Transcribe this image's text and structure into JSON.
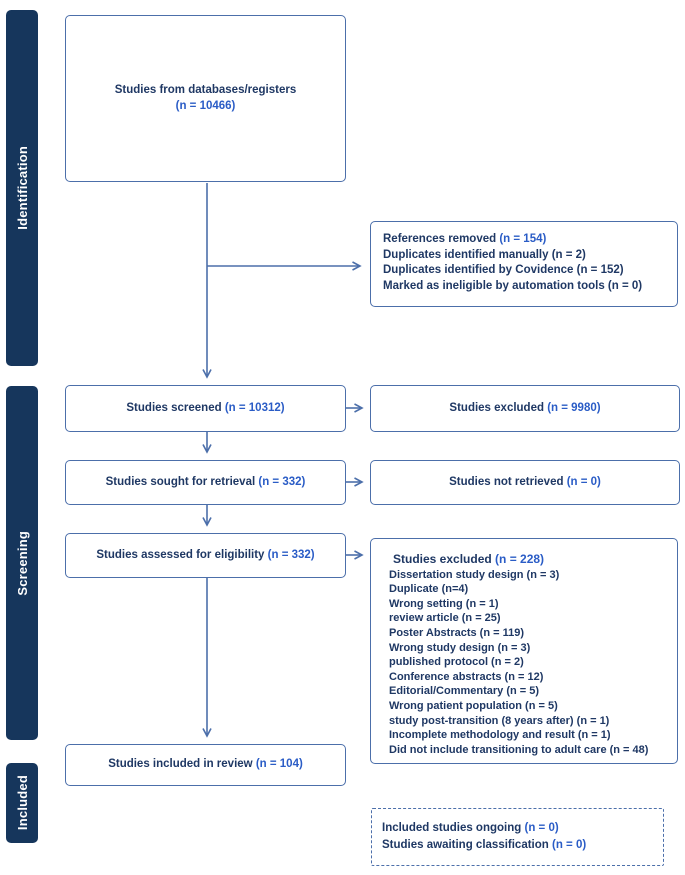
{
  "palette": {
    "navy_text": "#1F3864",
    "blue_value": "#2A5CC6",
    "box_border": "#4C6FAA",
    "sidebar_bg": "#16365C"
  },
  "sidebar": {
    "identification": "Identification",
    "screening": "Screening",
    "included": "Included"
  },
  "boxes": {
    "databases": {
      "title": "Studies from databases/registers",
      "n": "(n = 10466)"
    },
    "references_removed": {
      "lines": [
        {
          "pre": "References removed ",
          "n": "(n = 154)"
        },
        {
          "pre": "Duplicates identified manually (n = 2)"
        },
        {
          "pre": "Duplicates identified by Covidence (n = 152)"
        },
        {
          "pre": "Marked as ineligible by automation tools (n = 0)"
        }
      ]
    },
    "screened": {
      "pre": "Studies screened ",
      "n": "(n = 10312)"
    },
    "excluded_screen": {
      "pre": "Studies excluded ",
      "n": "(n = 9980)"
    },
    "sought": {
      "pre": "Studies sought for retrieval ",
      "n": "(n = 332)"
    },
    "not_retrieved": {
      "pre": "Studies not retrieved ",
      "n": "(n = 0)"
    },
    "assessed": {
      "pre": "Studies assessed for eligibility ",
      "n": "(n = 332)"
    },
    "excluded_eligibility": {
      "header": {
        "pre": "Studies excluded ",
        "n": "(n = 228)"
      },
      "reasons": [
        "Dissertation study design (n = 3)",
        "Duplicate (n=4)",
        "Wrong setting (n = 1)",
        "review article (n = 25)",
        "Poster Abstracts (n = 119)",
        "Wrong study design (n = 3)",
        "published protocol (n = 2)",
        "Conference abstracts (n = 12)",
        "Editorial/Commentary (n = 5)",
        "Wrong patient population (n = 5)",
        "study post-transition (8 years after) (n = 1)",
        "Incomplete methodology and result (n = 1)",
        "Did not include transitioning to adult care (n = 48)"
      ]
    },
    "included_review": {
      "pre": "Studies included in review ",
      "n": "(n = 104)"
    },
    "ongoing": {
      "lines": [
        {
          "pre": "Included studies ongoing ",
          "n": "(n = 0)"
        },
        {
          "pre": "Studies awaiting classification ",
          "n": "(n = 0)"
        }
      ]
    }
  }
}
